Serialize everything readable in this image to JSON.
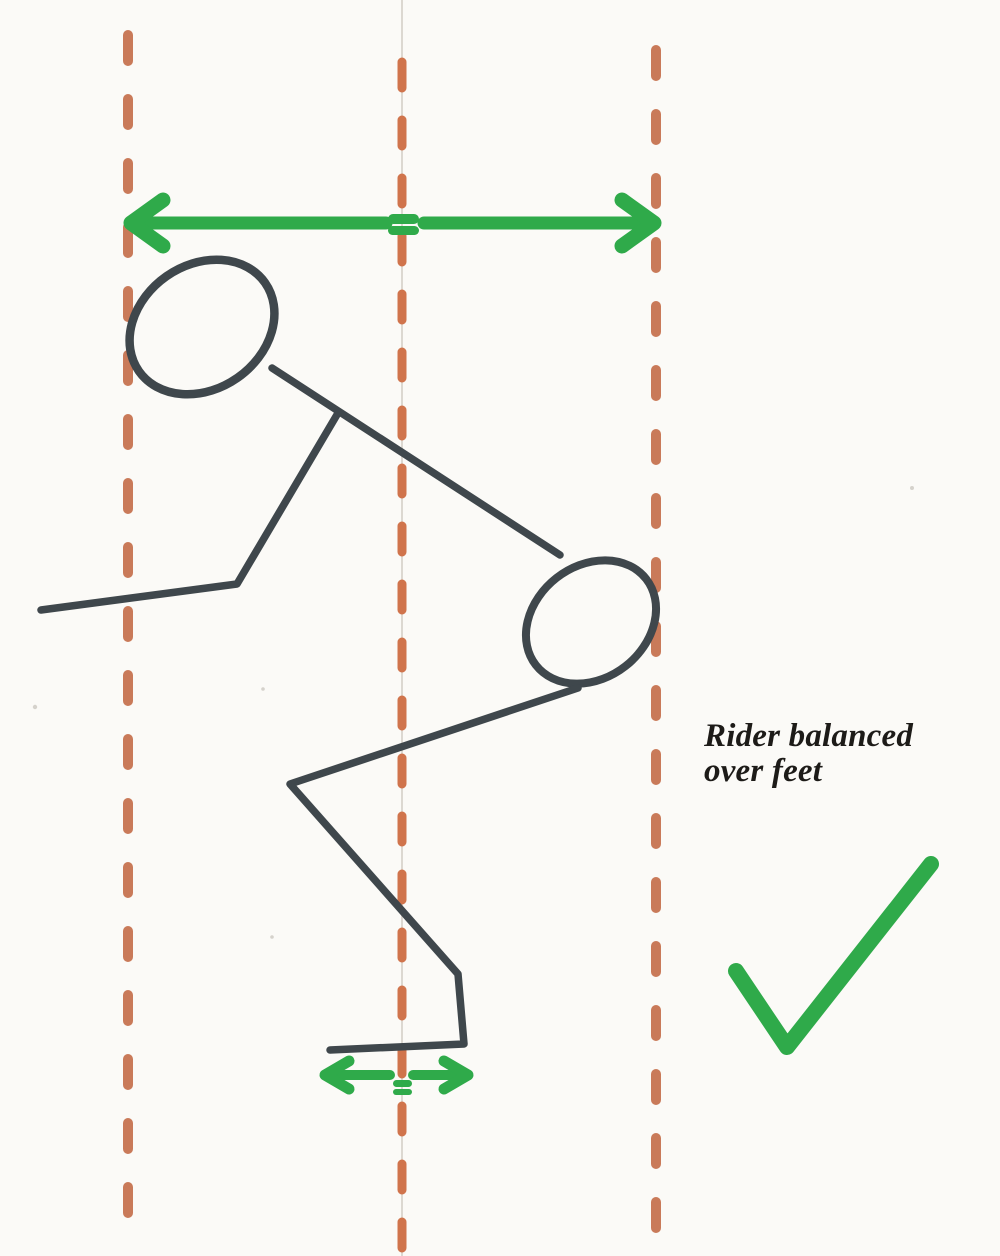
{
  "title": "Rider balanced over feet diagram",
  "colors": {
    "background": "#fbfaf7",
    "guide_dash_outer": "#c97a59",
    "guide_dash_center": "#d0744c",
    "pencil_line": "#dcd8d1",
    "figure_stroke": "#3f474c",
    "green": "#2faa4a",
    "text": "#1d1b18",
    "speck": "#c5c1b9"
  },
  "annotation": {
    "line1": "Rider balanced",
    "line2": "over feet"
  },
  "icons": {
    "top_arrow": "double-headed-arrow-icon",
    "top_equals": "equals-mark-icon",
    "bottom_arrow": "double-headed-arrow-icon",
    "bottom_equals": "equals-mark-icon",
    "checkmark": "checkmark-icon"
  },
  "figure_parts": {
    "head": "head-ellipse",
    "torso": "torso-line",
    "arm": "arm-polyline",
    "seat": "hip-ellipse",
    "leg": "leg-and-foot-polyline"
  },
  "guide_lines": {
    "count": 3,
    "style": "vertical orange dashed"
  }
}
